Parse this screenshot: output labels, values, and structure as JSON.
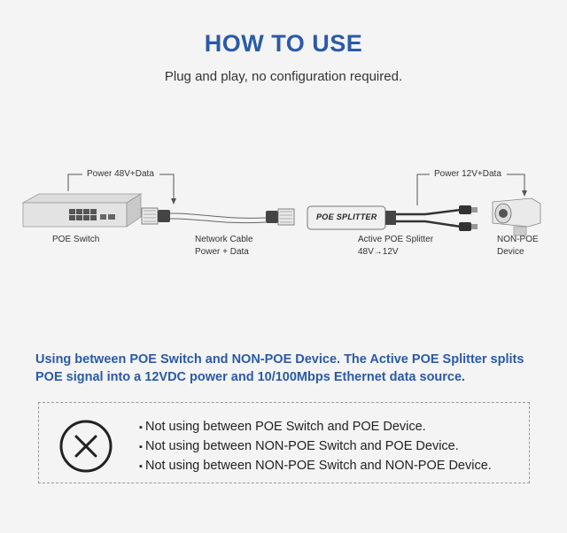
{
  "header": {
    "title": "HOW TO USE",
    "subtitle": "Plug and play, no configuration required."
  },
  "diagram": {
    "left_arrow_label": "Power 48V+Data",
    "right_arrow_label": "Power 12V+Data",
    "splitter_text": "POE SPLITTER",
    "poe_switch_label": "POE Switch",
    "cable_label_line1": "Network Cable",
    "cable_label_line2": "Power + Data",
    "splitter_label_line1": "Active POE Splitter",
    "splitter_label_line2": "48V→12V",
    "device_label_line1": "NON-POE",
    "device_label_line2": "Device"
  },
  "description": "Using between POE Switch and NON-POE Device. The Active POE Splitter splits POE signal into a 12VDC power and 10/100Mbps Ethernet data source.",
  "not_using": [
    "Not using between POE Switch and POE Device.",
    "Not using between NON-POE Switch and POE Device.",
    "Not using between NON-POE Switch and NON-POE Device."
  ],
  "colors": {
    "accent": "#2a5aa8",
    "background": "#f4f4f4"
  },
  "icons": {
    "warning": "x-circle-icon"
  }
}
